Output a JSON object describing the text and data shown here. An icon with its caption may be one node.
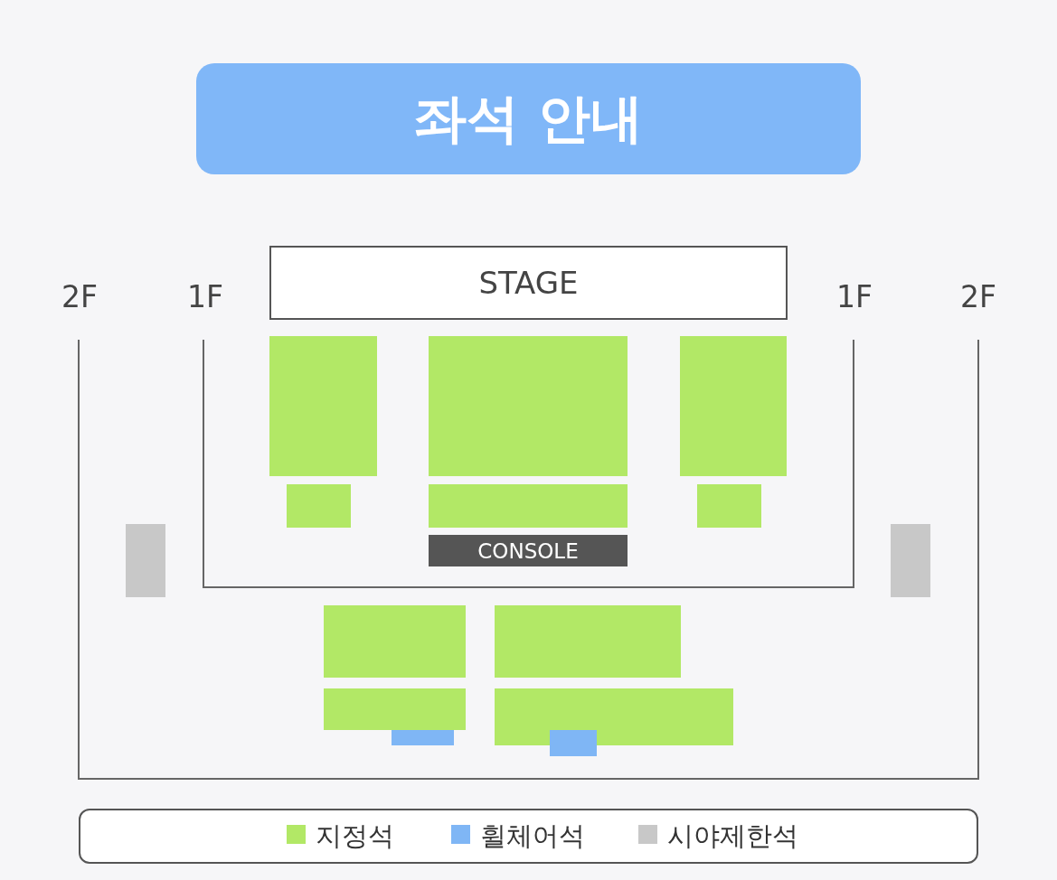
{
  "diagram": {
    "title": "좌석 안내",
    "nodes": [
      {
        "text": [
          "STAGE"
        ]
      },
      {
        "text": [
          "CONSOLE"
        ]
      }
    ],
    "edges": [],
    "labels": [
      "2F",
      "1F",
      "1F",
      "2F"
    ],
    "legend": [
      {
        "text": "지정석",
        "color": "#b2e866"
      },
      {
        "text": "휠체어석",
        "color": "#7fb6f5"
      },
      {
        "text": "시야제한석",
        "color": "#c8c8c8"
      }
    ]
  }
}
